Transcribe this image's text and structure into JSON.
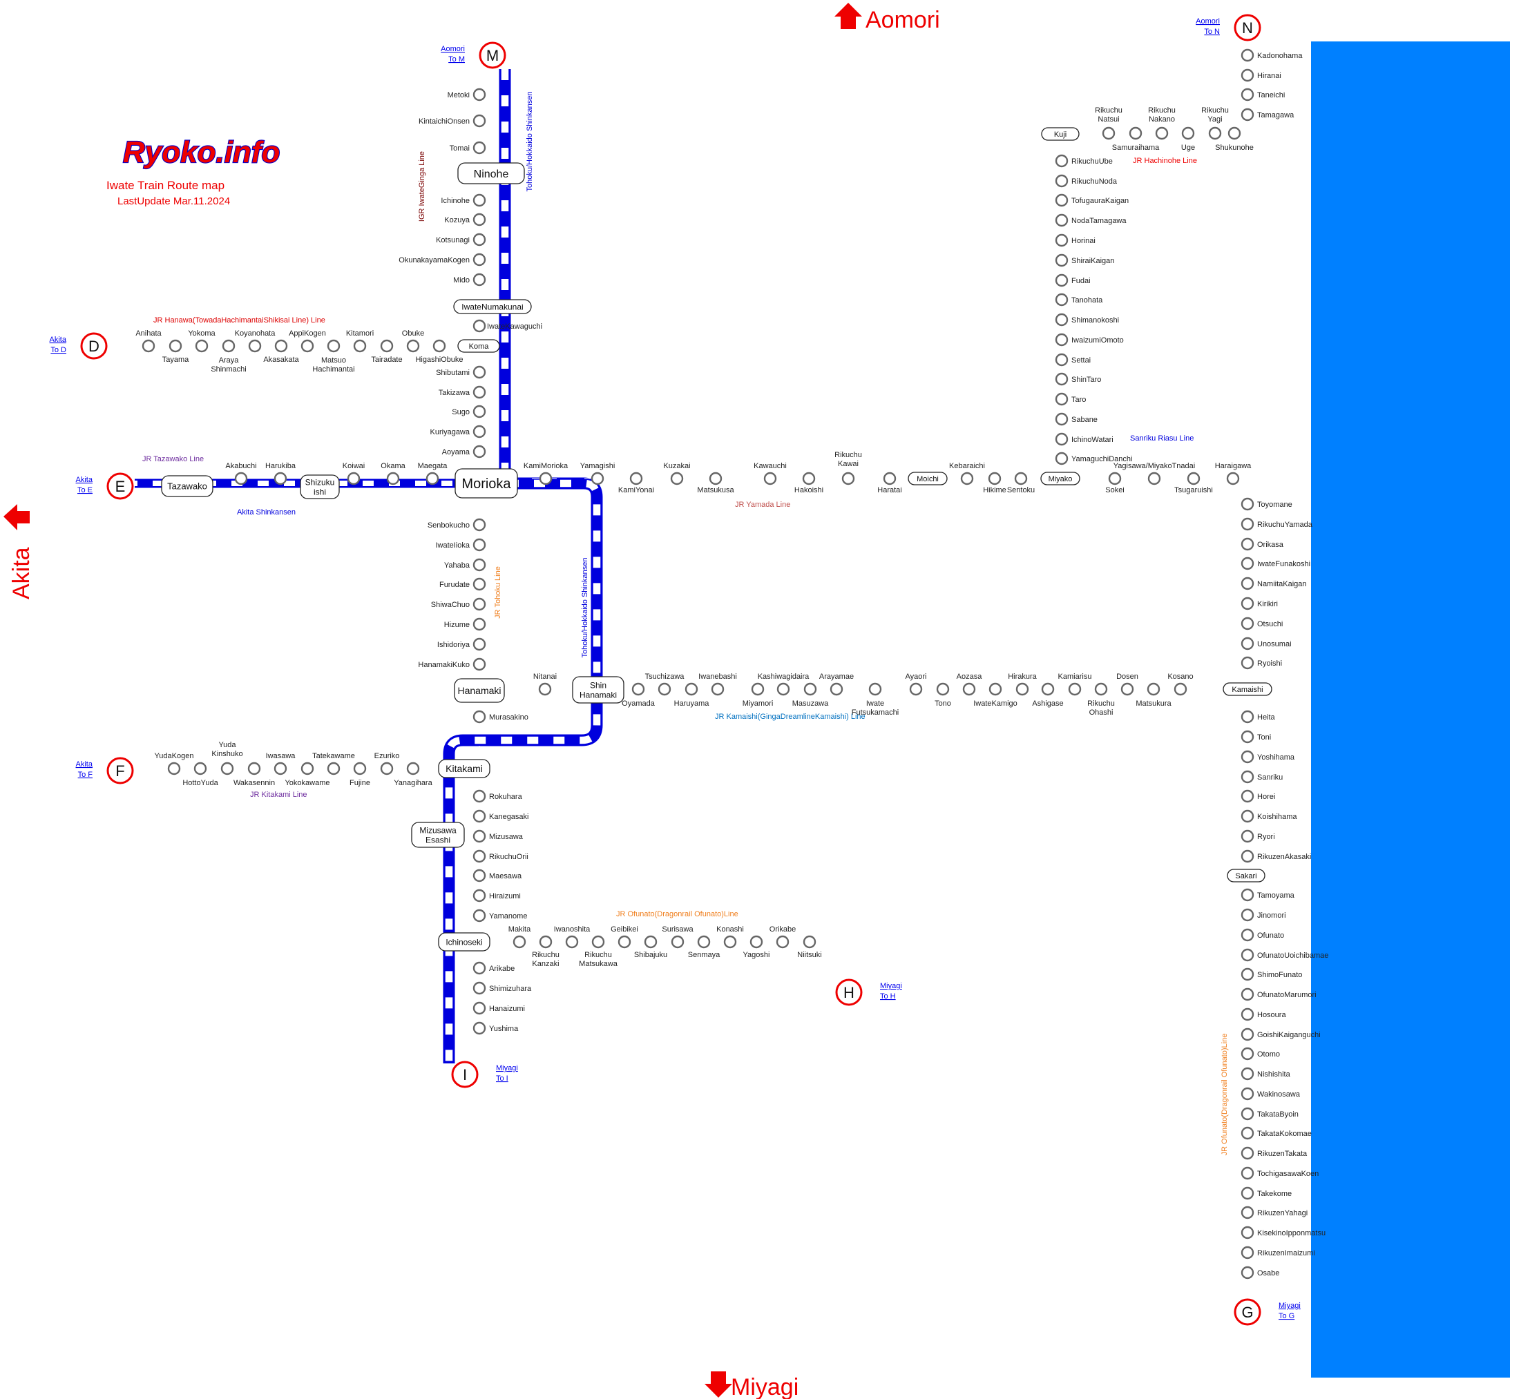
{
  "header": {
    "logo": "Ryoko.info",
    "title": "Iwate Train Route map",
    "updated": "LastUpdate Mar.11.2024"
  },
  "directions": {
    "north": "Aomori",
    "west": "Akita",
    "south": "Miyagi"
  },
  "colors": {
    "sea": "#0080ff",
    "shinkansen": "#0000dd",
    "igr": "#7a0000",
    "hanawa": "#dd0000",
    "tazawako": "#7030a0",
    "yamada": "#c0504d",
    "riasu": "#0000dd",
    "hachinohe": "#ee0000",
    "kamaishi": "#0070c0",
    "tohoku": "#f08020",
    "kitakami": "#7030a0",
    "ofunato": "#f08020",
    "marker": "#ee0000"
  },
  "markers": [
    {
      "letter": "M",
      "pref": "Aomori",
      "to": "To M"
    },
    {
      "letter": "N",
      "pref": "Aomori",
      "to": "To N"
    },
    {
      "letter": "D",
      "pref": "Akita",
      "to": "To D"
    },
    {
      "letter": "E",
      "pref": "Akita",
      "to": "To E"
    },
    {
      "letter": "F",
      "pref": "Akita",
      "to": "To F"
    },
    {
      "letter": "G",
      "pref": "Miyagi",
      "to": "To G"
    },
    {
      "letter": "H",
      "pref": "Miyagi",
      "to": "To H"
    },
    {
      "letter": "I",
      "pref": "Miyagi",
      "to": "To I"
    }
  ],
  "line_names": {
    "igr": "IGR IwateGinga Line",
    "shinkansen_north": "Tohoku/Hokkaido Shinkansen",
    "shinkansen_south": "Tohoku/Hokkaido Shinkansen",
    "hanawa": "JR Hanawa(TowadaHachimantaiShikisai Line) Line",
    "tazawako": "JR Tazawako Line",
    "akita": "Akita Shinkansen",
    "yamada": "JR Yamada Line",
    "riasu": "Sanriku Riasu Line",
    "hachinohe": "JR Hachinohe Line",
    "tohoku": "JR Tohoku Line",
    "kamaishi": "JR Kamaishi(GingaDreamlineKamaishi) Line",
    "kitakami": "JR Kitakami Line",
    "ofunato": "JR Ofunato(Dragonrail Ofunato)Line",
    "ofunato_brt": "JR Ofunato(Dragonrail Ofunato)Line"
  },
  "hubs": {
    "ninohe": "Ninohe",
    "iwatenumakunai": "IwateNumakunai",
    "koma": "Koma",
    "morioka": "Morioka",
    "tazawako": "Tazawako",
    "shizukuishi": "Shizuku\nishi",
    "moichi": "Moichi",
    "miyako": "Miyako",
    "kuji": "Kuji",
    "hanamaki": "Hanamaki",
    "shinhanamaki": "Shin\nHanamaki",
    "kamaishi": "Kamaishi",
    "kitakami": "Kitakami",
    "mizusawaesashi": "Mizusawa\nEsashi",
    "ichinoseki": "Ichinoseki",
    "sakari": "Sakari"
  },
  "stations": {
    "igr": [
      "Metoki",
      "KintaichiOnsen",
      "Tomai",
      "Ichinohe",
      "Kozuya",
      "Kotsunagi",
      "OkunakayamaKogen",
      "Mido",
      "IwateKawaguchi",
      "Shibutami",
      "Takizawa",
      "Sugo",
      "Kuriyagawa",
      "Aoyama"
    ],
    "hanawa": [
      "Anihata",
      "Tayama",
      "Yokoma",
      "Araya\nShinmachi",
      "Koyanohata",
      "Akasakata",
      "AppiKogen",
      "Matsuo\nHachimantai",
      "Kitamori",
      "Tairadate",
      "Obuke",
      "HigashiObuke"
    ],
    "tazawako": [
      "Akabuchi",
      "Harukiba",
      "Koiwai",
      "Okama",
      "Maegata"
    ],
    "yamada": [
      "KamiMorioka",
      "Yamagishi",
      "KamiYonai",
      "Kuzakai",
      "Matsukusa",
      "Kawauchi",
      "Hakoishi",
      "Rikuchu\nKawai",
      "Haratai",
      "Kebaraichi",
      "Hikime",
      "Sentoku"
    ],
    "riasu_north": [
      "RikuchuUbe",
      "RikuchuNoda",
      "TofugauraKaigan",
      "NodaTamagawa",
      "Horinai",
      "ShiraiKaigan",
      "Fudai",
      "Tanohata",
      "Shimanokoshi",
      "IwaizumiOmoto",
      "Settai",
      "ShinTaro",
      "Taro",
      "Sabane",
      "IchinoWatari",
      "YamaguchiDanchi"
    ],
    "riasu_east": [
      "Sokei",
      "Yagisawa/MiyakoTnadai",
      "Tsugaruishi",
      "Haraigawa"
    ],
    "riasu_coast": [
      "Toyomane",
      "RikuchuYamada",
      "Orikasa",
      "IwateFunakoshi",
      "NamiitaKaigan",
      "Kirikiri",
      "Otsuchi",
      "Unosumai",
      "Ryoishi"
    ],
    "riasu_south": [
      "Heita",
      "Toni",
      "Yoshihama",
      "Sanriku",
      "Horei",
      "Koishihama",
      "Ryori",
      "RikuzenAkasaki"
    ],
    "hachinohe": [
      "Kadonohama",
      "Hiranai",
      "Taneichi",
      "Tamagawa",
      "Shukunohe",
      "Rikuchu\nYagi",
      "Uge",
      "Rikuchu\nNakano",
      "Samuraihama",
      "Rikuchu\nNatsui"
    ],
    "tohoku_north": [
      "Senbokucho",
      "IwateIioka",
      "Yahaba",
      "Furudate",
      "ShiwaChuo",
      "Hizume",
      "Ishidoriya",
      "HanamakiKuko"
    ],
    "tohoku_mid": [
      "Murasakino"
    ],
    "tohoku_south": [
      "Rokuhara",
      "Kanegasaki",
      "Mizusawa",
      "RikuchuOrii",
      "Maesawa",
      "Hiraizumi",
      "Yamanome"
    ],
    "tohoku_end": [
      "Arikabe",
      "Shimizuhara",
      "Hanaizumi",
      "Yushima"
    ],
    "kamaishi": [
      "Nitanai",
      "Oyamada",
      "Tsuchizawa",
      "Haruyama",
      "Iwanebashi",
      "Miyamori",
      "Kashiwagidaira",
      "Masuzawa",
      "Arayamae",
      "Iwate\nFutsukamachi",
      "Ayaori",
      "Tono",
      "Aozasa",
      "IwateKamigo",
      "Hirakura",
      "Ashigase",
      "Kamiarisu",
      "Rikuchu\nOhashi",
      "Dosen",
      "Matsukura",
      "Kosano"
    ],
    "kitakami": [
      "YudaKogen",
      "HottoYuda",
      "Yuda\nKinshuko",
      "Wakasennin",
      "Iwasawa",
      "Yokokawame",
      "Tatekawame",
      "Fujine",
      "Ezuriko",
      "Yanagihara"
    ],
    "ofunato": [
      "Makita",
      "Rikuchu\nKanzaki",
      "Iwanoshita",
      "Rikuchu\nMatsukawa",
      "Geibikei",
      "Shibajuku",
      "Surisawa",
      "Senmaya",
      "Konashi",
      "Yagoshi",
      "Orikabe",
      "Niitsuki"
    ],
    "ofunato_brt": [
      "Tamoyama",
      "Jinomori",
      "Ofunato",
      "OfunatoUoichibamae",
      "ShimoFunato",
      "OfunatoMarumori",
      "Hosoura",
      "GoishiKaiganguchi",
      "Otomo",
      "Nishishita",
      "Wakinosawa",
      "TakataByoin",
      "TakataKokomae",
      "RikuzenTakata",
      "TochigasawaKoen",
      "Takekome",
      "RikuzenYahagi",
      "KisekinoIpponmatsu",
      "RikuzenImaizumi",
      "Osabe"
    ]
  }
}
